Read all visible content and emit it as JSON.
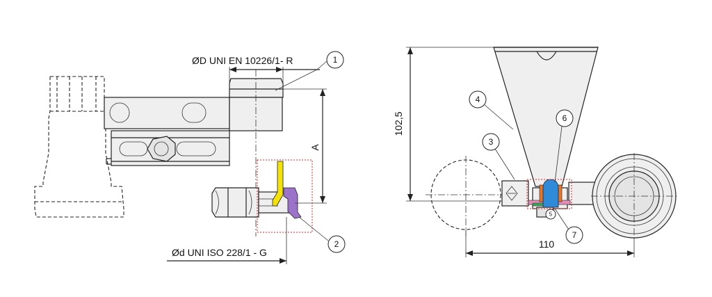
{
  "left_view": {
    "top_label": "ØD UNI EN 10226/1- R",
    "bottom_label": "Ød UNI ISO 228/1 - G",
    "height_label": "A",
    "callouts": [
      "1",
      "2"
    ]
  },
  "right_view": {
    "height_label": "102,5",
    "width_label": "110",
    "callouts": [
      "3",
      "4",
      "5",
      "6",
      "7"
    ]
  },
  "colors": {
    "seal_yellow": "#f2e20a",
    "seal_purple": "#9b74c9",
    "cap_blue": "#2f8ad8",
    "nut_orange": "#e8772a",
    "ring_green": "#3ba45a",
    "ring_pink": "#e48fb8",
    "detail_box": "#e02020"
  }
}
